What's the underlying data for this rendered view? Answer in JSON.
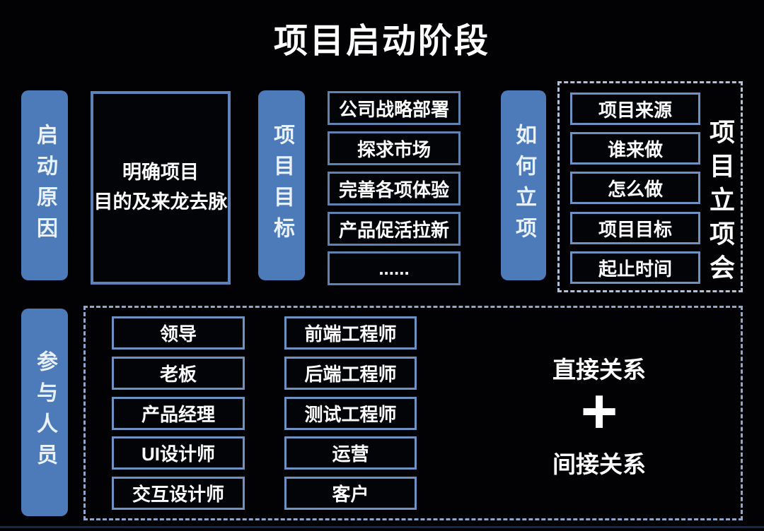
{
  "title": "项目启动阶段",
  "colors": {
    "background": "#000000",
    "bar_blue": "#4d7ab8",
    "box_border": "#5f82ae",
    "dashed_border_top": "#b3c2da",
    "dashed_border_bottom": "#8da6ca",
    "text": "#ffffff"
  },
  "launch_reason": {
    "bar": "启动原因",
    "description_lines": [
      "明确项目",
      "目的及来龙去脉"
    ]
  },
  "project_goals": {
    "bar": "项目目标",
    "items": [
      "公司战略部署",
      "探求市场",
      "完善各项体验",
      "产品促活拉新",
      "......"
    ]
  },
  "project_approval": {
    "bar": "如何立项",
    "items": [
      "项目来源",
      "谁来做",
      "怎么做",
      "项目目标",
      "起止时间"
    ],
    "meeting_label": "项目立项会"
  },
  "participants": {
    "bar": "参与人员",
    "column1": [
      "领导",
      "老板",
      "产品经理",
      "UI设计师",
      "交互设计师"
    ],
    "column2": [
      "前端工程师",
      "后端工程师",
      "测试工程师",
      "运营",
      "客户"
    ],
    "relation": {
      "direct": "直接关系",
      "plus": "+",
      "indirect": "间接关系"
    }
  }
}
